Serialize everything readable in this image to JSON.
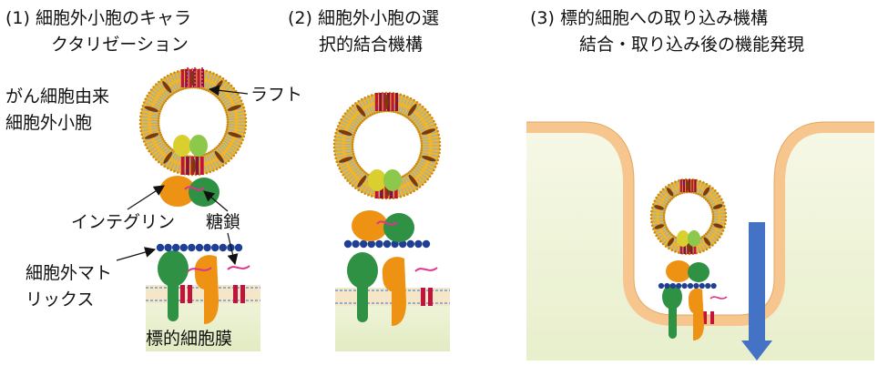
{
  "panels": [
    {
      "title_line1": "(1) 細胞外小胞のキャラ",
      "title_line2": "クタリゼーション"
    },
    {
      "title_line1": "(2) 細胞外小胞の選",
      "title_line2": "択的結合機構"
    },
    {
      "title_line1": "(3) 標的細胞への取り込み機構",
      "title_line2": "結合・取り込み後の機能発現"
    }
  ],
  "labels": {
    "cancer_ev_line1": "がん細胞由来",
    "cancer_ev_line2": "細胞外小胞",
    "raft": "ラフト",
    "integrin": "インテグリン",
    "glycan": "糖鎖",
    "ecm_line1": "細胞外マト",
    "ecm_line2": "リックス",
    "target_membrane": "標的細胞膜"
  },
  "colors": {
    "vesicle_shell": "#f2b52a",
    "lipid_tail": "#8ab0cf",
    "raft": "#c0143c",
    "integrin_orange": "#ee9214",
    "integrin_green": "#2f9143",
    "integrin_yellow": "#d9cf2e",
    "integrin_light_green": "#8cc84b",
    "ecm_bead": "#1f3f94",
    "glycan": "#e0338a",
    "cytoplasm": "#eef3d8",
    "membrane": "#f7c58e",
    "arrow": "#4472c4"
  }
}
